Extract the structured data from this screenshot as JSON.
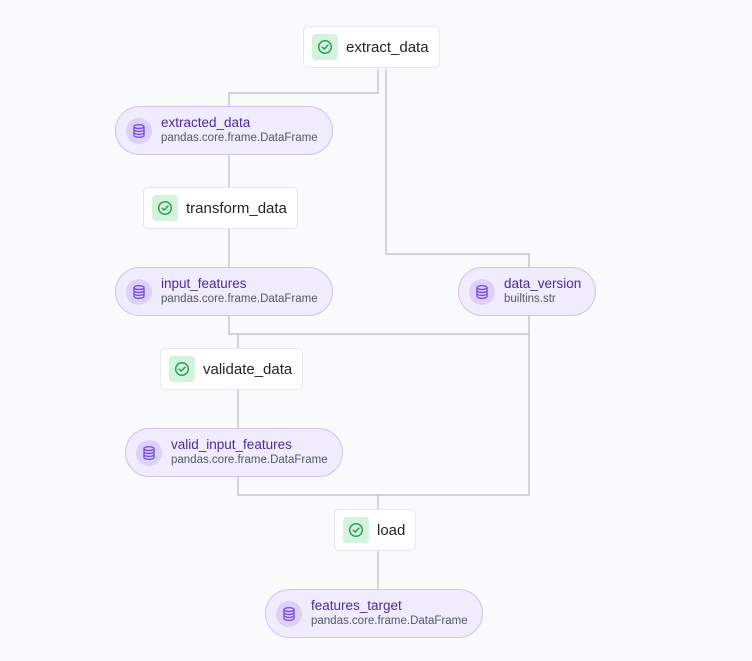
{
  "colors": {
    "background": "#f9fafc",
    "edge": "#b7bcc6",
    "task_check_bg": "#d3f3dd",
    "task_check_fg": "#2e9e55",
    "asset_bg": "#f0ebfd",
    "asset_border": "#cfc2f3",
    "asset_icon": "#7a4fe0",
    "asset_name": "#4b2aa3"
  },
  "tasks": [
    {
      "id": "extract_data",
      "label": "extract_data",
      "status": "success",
      "icon": "check-circle-icon"
    },
    {
      "id": "transform_data",
      "label": "transform_data",
      "status": "success",
      "icon": "check-circle-icon"
    },
    {
      "id": "validate_data",
      "label": "validate_data",
      "status": "success",
      "icon": "check-circle-icon"
    },
    {
      "id": "load",
      "label": "load",
      "status": "success",
      "icon": "check-circle-icon"
    }
  ],
  "assets": [
    {
      "id": "extracted_data",
      "name": "extracted_data",
      "type": "pandas.core.frame.DataFrame",
      "icon": "database-icon"
    },
    {
      "id": "input_features",
      "name": "input_features",
      "type": "pandas.core.frame.DataFrame",
      "icon": "database-icon"
    },
    {
      "id": "data_version",
      "name": "data_version",
      "type": "builtins.str",
      "icon": "database-icon"
    },
    {
      "id": "valid_input_features",
      "name": "valid_input_features",
      "type": "pandas.core.frame.DataFrame",
      "icon": "database-icon"
    },
    {
      "id": "features_target",
      "name": "features_target",
      "type": "pandas.core.frame.DataFrame",
      "icon": "database-icon"
    }
  ],
  "edges": [
    {
      "from": "extract_data",
      "to": "extracted_data"
    },
    {
      "from": "extract_data",
      "to": "data_version"
    },
    {
      "from": "extracted_data",
      "to": "transform_data"
    },
    {
      "from": "transform_data",
      "to": "input_features"
    },
    {
      "from": "input_features",
      "to": "validate_data"
    },
    {
      "from": "data_version",
      "to": "validate_data"
    },
    {
      "from": "validate_data",
      "to": "valid_input_features"
    },
    {
      "from": "valid_input_features",
      "to": "load"
    },
    {
      "from": "data_version",
      "to": "load"
    },
    {
      "from": "load",
      "to": "features_target"
    }
  ]
}
